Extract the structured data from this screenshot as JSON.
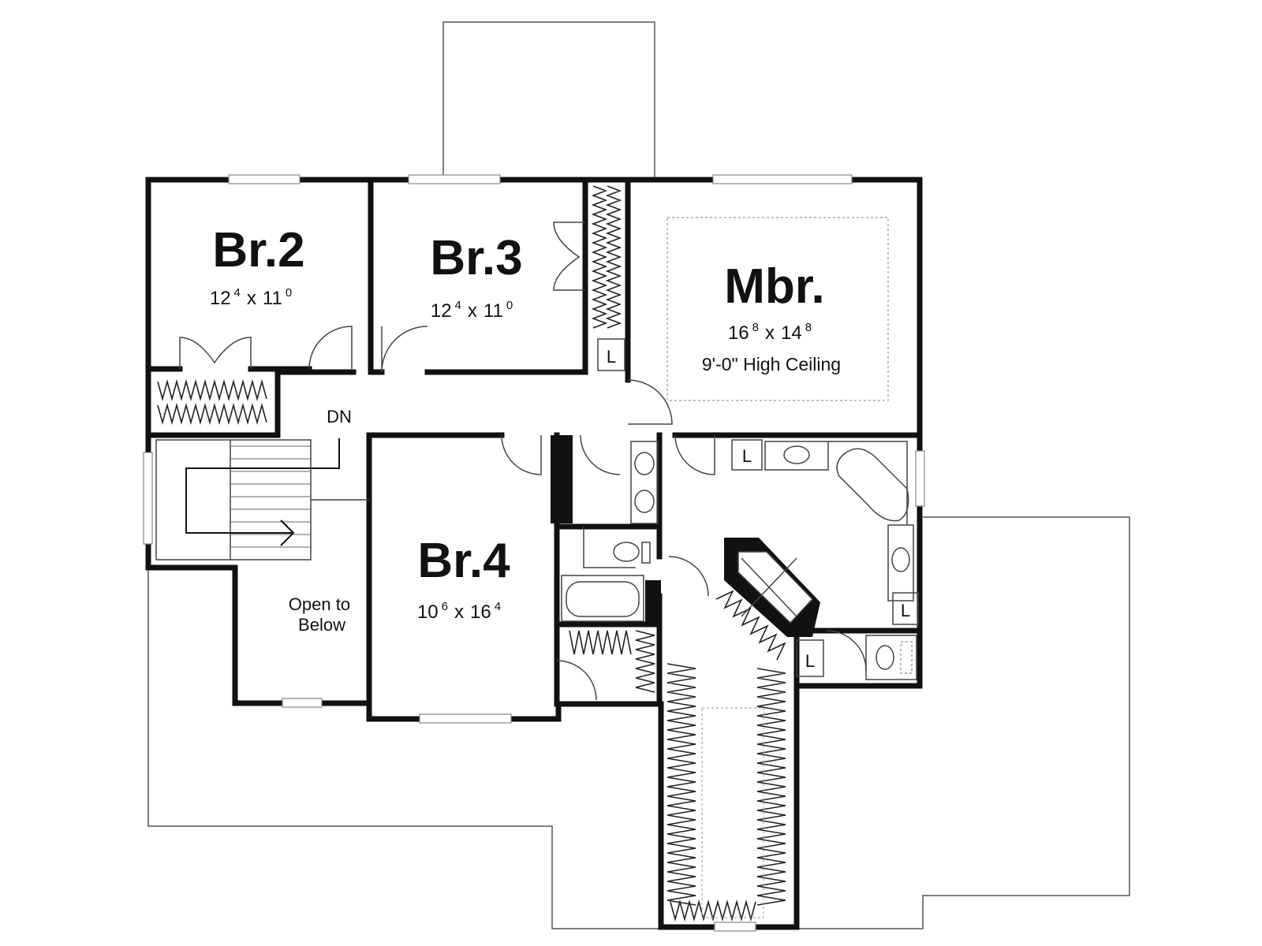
{
  "plan": {
    "rooms": [
      {
        "id": "br2",
        "name": "Br.2",
        "w_ft": "12",
        "w_in": "4",
        "d_ft": "11",
        "d_in": "0"
      },
      {
        "id": "br3",
        "name": "Br.3",
        "w_ft": "12",
        "w_in": "4",
        "d_ft": "11",
        "d_in": "0"
      },
      {
        "id": "mbr",
        "name": "Mbr.",
        "w_ft": "16",
        "w_in": "8",
        "d_ft": "14",
        "d_in": "8",
        "note": "9'-0\" High Ceiling"
      },
      {
        "id": "br4",
        "name": "Br.4",
        "w_ft": "10",
        "w_in": "6",
        "d_ft": "16",
        "d_in": "4"
      }
    ],
    "stair_label": "DN",
    "open_to_below": [
      "Open to",
      "Below"
    ],
    "linen_label": "L",
    "dim_separator": "x"
  }
}
